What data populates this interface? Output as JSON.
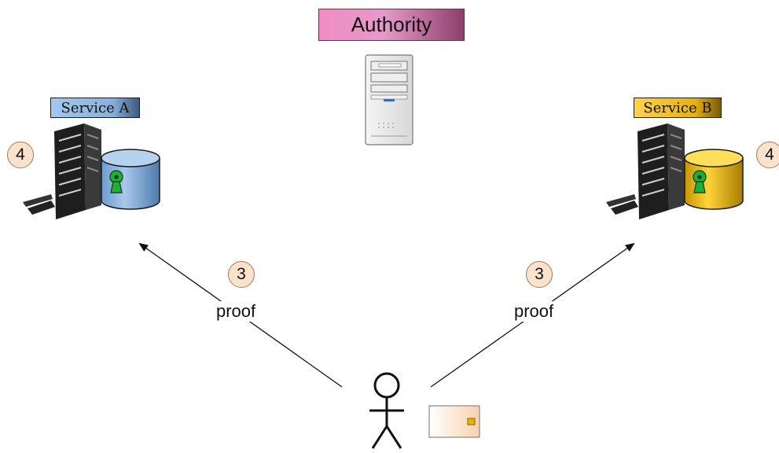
{
  "authority": {
    "label": "Authority"
  },
  "services": [
    {
      "label": "Service A",
      "step": "4",
      "color": "#86b0de"
    },
    {
      "label": "Service B",
      "step": "4",
      "color": "#e8b20a"
    }
  ],
  "edges": [
    {
      "label": "proof",
      "step": "3"
    },
    {
      "label": "proof",
      "step": "3"
    }
  ],
  "user": {
    "icon": "person-icon"
  },
  "credential": {
    "icon": "card-icon"
  }
}
